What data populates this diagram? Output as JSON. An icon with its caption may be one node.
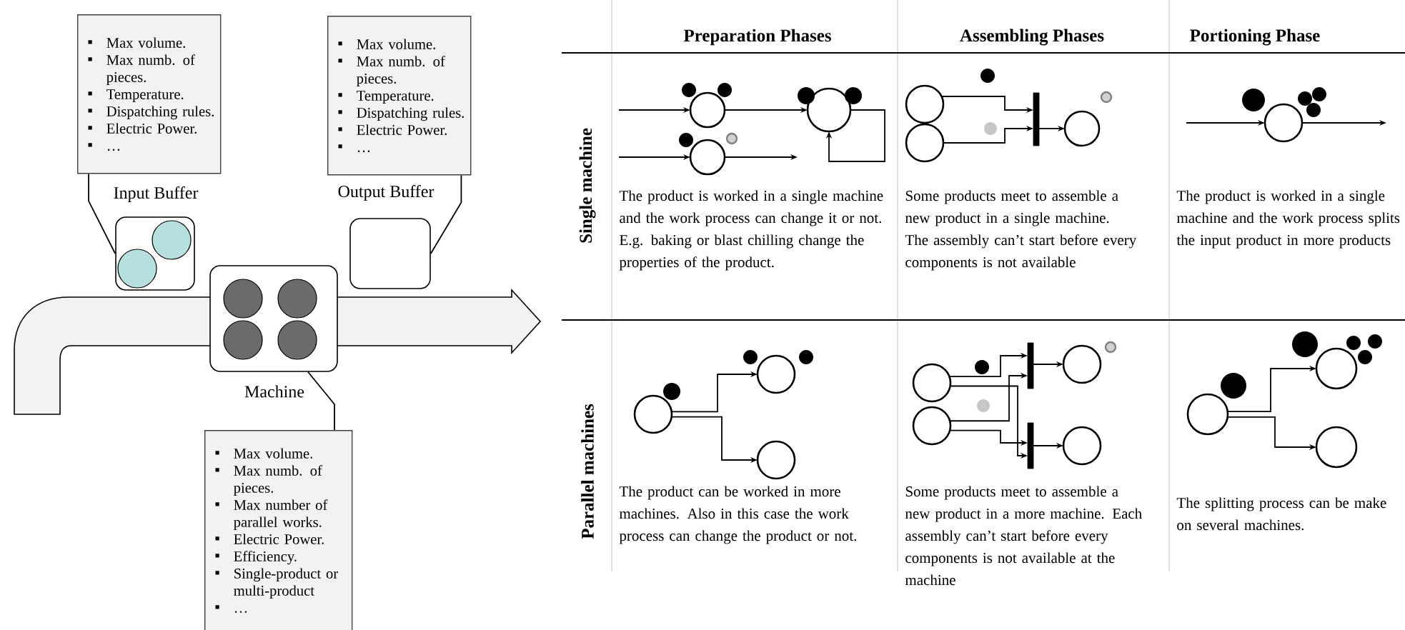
{
  "diagram": {
    "nodes": [
      {
        "text": [
          "Max volume.",
          "Max numb. of pieces.",
          "Temperature.",
          "Dispatching rules.",
          "Electric Power.",
          "…"
        ]
      },
      {
        "text": [],
        "shape": "box",
        "beside": [
          "Input Buffer"
        ]
      },
      {
        "text": [
          "Max volume.",
          "Max numb. of pieces.",
          "Temperature.",
          "Dispatching rules.",
          "Electric Power.",
          "…"
        ]
      },
      {
        "text": [],
        "shape": "box",
        "beside": [
          "Output Buffer"
        ]
      },
      {
        "text": [],
        "shape": "box",
        "beside": [
          "Machine"
        ]
      },
      {
        "text": [
          "Max volume.",
          "Max numb. of pieces.",
          "Max number of parallel works.",
          "Electric Power.",
          "Efficiency.",
          "Single-product or multi-product",
          "…"
        ]
      },
      {
        "text": [],
        "shape": "circle"
      },
      {
        "text": [],
        "shape": "circle"
      },
      {
        "text": [],
        "shape": "circle"
      },
      {
        "text": [],
        "shape": "circle"
      },
      {
        "text": [],
        "shape": "circle"
      },
      {
        "text": [],
        "shape": "bar"
      },
      {
        "text": [],
        "shape": "circle"
      },
      {
        "text": [],
        "shape": "circle"
      },
      {
        "text": [],
        "shape": "circle"
      },
      {
        "text": [],
        "shape": "circle"
      },
      {
        "text": [],
        "shape": "circle"
      },
      {
        "text": [],
        "shape": "circle"
      },
      {
        "text": [],
        "shape": "circle"
      },
      {
        "text": [],
        "shape": "bar"
      },
      {
        "text": [],
        "shape": "bar"
      },
      {
        "text": [],
        "shape": "circle"
      },
      {
        "text": [],
        "shape": "circle"
      },
      {
        "text": [],
        "shape": "circle"
      },
      {
        "text": [],
        "shape": "circle"
      },
      {
        "text": [],
        "shape": "circle"
      }
    ],
    "edges": [
      {
        "from": 0,
        "to": 1,
        "arrow": "none"
      },
      {
        "from": 2,
        "to": 3,
        "arrow": "none"
      },
      {
        "from": 5,
        "to": 4,
        "arrow": "none"
      },
      {
        "from": null,
        "to": 6,
        "arrow": "to"
      },
      {
        "from": null,
        "to": 7,
        "arrow": "to"
      },
      {
        "from": 6,
        "to": 8,
        "arrow": "to"
      },
      {
        "from": 7,
        "to": null,
        "arrow": "to"
      },
      {
        "from": 8,
        "to": 8,
        "arrow": "to"
      },
      {
        "from": 9,
        "to": 11,
        "arrow": "to"
      },
      {
        "from": 10,
        "to": 11,
        "arrow": "to"
      },
      {
        "from": 11,
        "to": 12,
        "arrow": "to"
      },
      {
        "from": null,
        "to": 13,
        "arrow": "to"
      },
      {
        "from": 13,
        "to": null,
        "arrow": "to"
      },
      {
        "from": 14,
        "to": 15,
        "arrow": "to"
      },
      {
        "from": 14,
        "to": 16,
        "arrow": "to"
      },
      {
        "from": 17,
        "to": 19,
        "arrow": "to"
      },
      {
        "from": 17,
        "to": 20,
        "arrow": "to"
      },
      {
        "from": 18,
        "to": 19,
        "arrow": "to"
      },
      {
        "from": 18,
        "to": 20,
        "arrow": "to"
      },
      {
        "from": 19,
        "to": 21,
        "arrow": "to"
      },
      {
        "from": 20,
        "to": 22,
        "arrow": "to"
      },
      {
        "from": 23,
        "to": 24,
        "arrow": "to"
      },
      {
        "from": 23,
        "to": 25,
        "arrow": "to"
      }
    ],
    "labels": [
      "Preparation Phases",
      "Assembling Phases",
      "Portioning Phase",
      "Single machine",
      "The product is worked in a single machine and the work process can change it or not. E.g. baking or blast chilling change the properties of the product.",
      "Some products meet to assemble a new product in a single machine. The assembly can’t start before every components is not available",
      "The product is worked in a single machine and the work process splits the input product in more products",
      "Parallel machines",
      "The product can be worked in more machines. Also in this case the work process can change the product or not.",
      "Some products meet to assemble a new product in a more machine. Each assembly can’t start before every components is not available at the machine",
      "The splitting process can be make on several machines."
    ]
  }
}
